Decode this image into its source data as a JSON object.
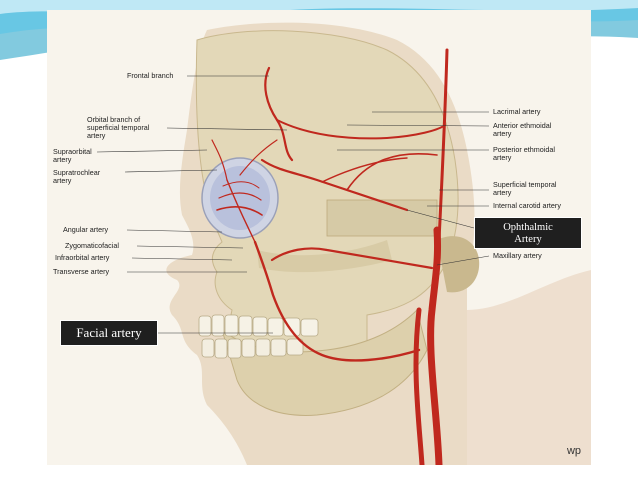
{
  "labels_left": [
    {
      "id": "frontal-branch",
      "text": "Frontal branch"
    },
    {
      "id": "orbital-branch-1",
      "text": "Orbital branch of"
    },
    {
      "id": "orbital-branch-2",
      "text": "superficial temporal"
    },
    {
      "id": "orbital-branch-3",
      "text": "artery"
    },
    {
      "id": "supraorbital-1",
      "text": "Supraorbital"
    },
    {
      "id": "supraorbital-2",
      "text": "artery"
    },
    {
      "id": "supratrochlear-1",
      "text": "Supratrochlear"
    },
    {
      "id": "supratrochlear-2",
      "text": "artery"
    },
    {
      "id": "angular",
      "text": "Angular artery"
    },
    {
      "id": "zygomaticofacial",
      "text": "Zygomaticofacial"
    },
    {
      "id": "infraorbital",
      "text": "Infraorbital artery"
    },
    {
      "id": "transverse",
      "text": "Transverse artery"
    }
  ],
  "labels_right": [
    {
      "id": "lacrimal",
      "text": "Lacrimal artery"
    },
    {
      "id": "anterior-ethmoidal-1",
      "text": "Anterior ethmoidal"
    },
    {
      "id": "anterior-ethmoidal-2",
      "text": "artery"
    },
    {
      "id": "posterior-ethmoidal-1",
      "text": "Posterior ethmoidal"
    },
    {
      "id": "posterior-ethmoidal-2",
      "text": "artery"
    },
    {
      "id": "superficial-temporal-1",
      "text": "Superficial temporal"
    },
    {
      "id": "superficial-temporal-2",
      "text": "artery"
    },
    {
      "id": "internal-carotid",
      "text": "Internal carotid artery"
    },
    {
      "id": "maxillary",
      "text": "Maxillary artery"
    }
  ],
  "annotations": {
    "facial": "Facial artery",
    "ophthalmic_1": "Ophthalmic",
    "ophthalmic_2": "Artery"
  },
  "watermark": "wp",
  "colors": {
    "artery": "#c0281e",
    "band": "#1b9ec5",
    "annotation_bg": "#1f1f1f",
    "skin": "#eedfcf",
    "bone": "#e3d8b8"
  }
}
